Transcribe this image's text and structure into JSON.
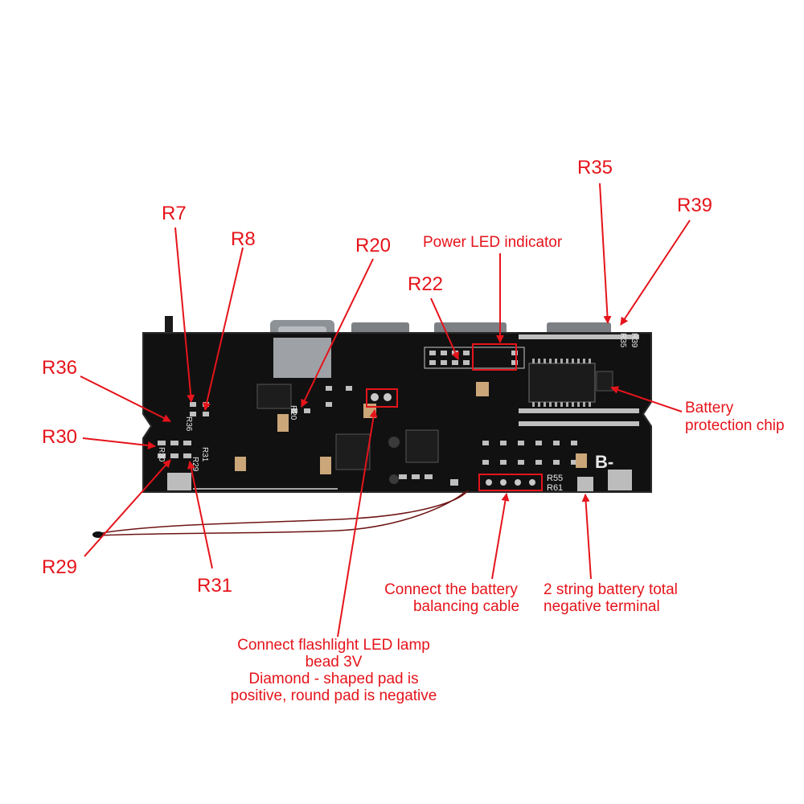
{
  "colors": {
    "annotation": "#e5141b",
    "board": "#111111",
    "silkscreen": "#e8e8e8",
    "pad": "#b9b9b9",
    "wire": "#6e1414",
    "background": "#ffffff"
  },
  "board": {
    "silkscreen_labels": {
      "r36": "R36",
      "r30": "R30",
      "r29": "R29",
      "r31": "R31",
      "r20": "R20",
      "r35": "R35",
      "r39": "R39",
      "r55": "R55",
      "r61": "R61",
      "b_minus": "B-"
    }
  },
  "callouts": {
    "r35": "R35",
    "r39": "R39",
    "r7": "R7",
    "r8": "R8",
    "r20": "R20",
    "power_led": "Power LED indicator",
    "r22": "R22",
    "r36": "R36",
    "r30": "R30",
    "battery_chip_line1": "Battery",
    "battery_chip_line2": "protection chip",
    "r29": "R29",
    "r31": "R31",
    "balancing_line1": "Connect the battery",
    "balancing_line2": "balancing cable",
    "negative_line1": "2 string battery total",
    "negative_line2": "negative terminal",
    "flashlight_line1": "Connect flashlight LED lamp",
    "flashlight_line2": "bead 3V",
    "flashlight_line3": "Diamond - shaped pad is",
    "flashlight_line4": "positive, round pad is negative"
  }
}
